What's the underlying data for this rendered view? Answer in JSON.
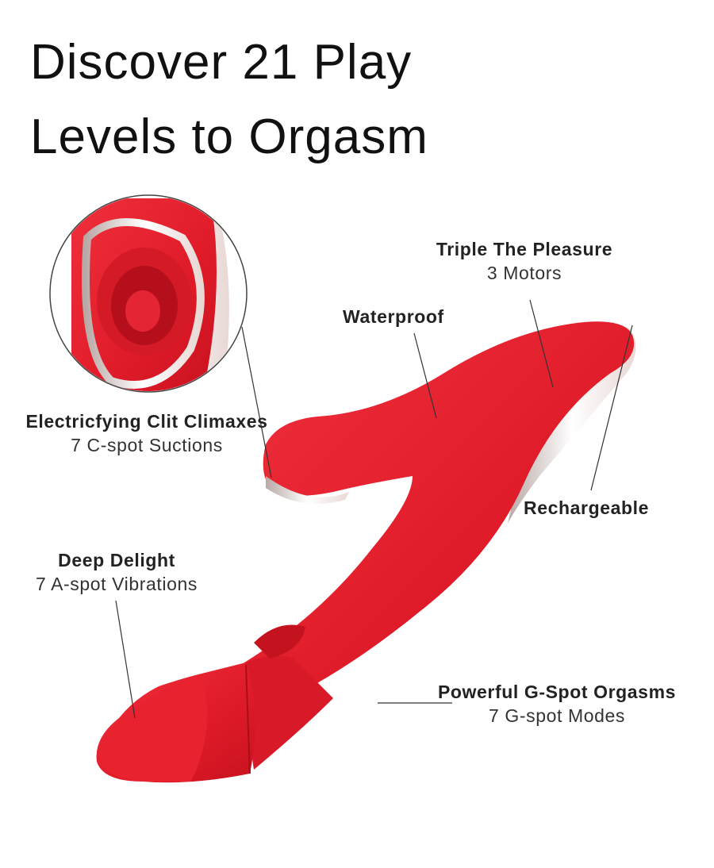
{
  "title": {
    "line1": "Discover 21 Play",
    "line2": "Levels to Orgasm"
  },
  "features": {
    "triple": {
      "heading": "Triple The Pleasure",
      "sub": "3 Motors"
    },
    "waterproof": {
      "heading": "Waterproof"
    },
    "clit": {
      "heading": "Electricfying Clit Climaxes",
      "sub": "7 C-spot Suctions"
    },
    "rechargeable": {
      "heading": "Rechargeable"
    },
    "deep": {
      "heading": "Deep Delight",
      "sub": "7 A-spot Vibrations"
    },
    "gspot": {
      "heading": "Powerful G-Spot Orgasms",
      "sub": "7 G-spot Modes"
    }
  },
  "colors": {
    "product": "#e31e2c",
    "text": "#1a1a1a",
    "silver": "#d9c9c6"
  }
}
